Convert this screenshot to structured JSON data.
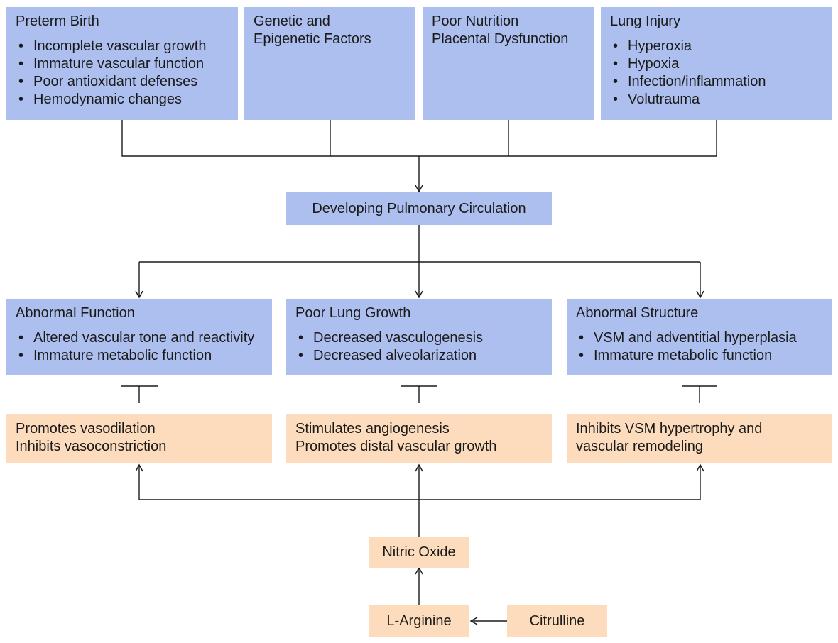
{
  "top_factors": [
    {
      "title": "Preterm Birth",
      "bullets": [
        "Incomplete vascular growth",
        "Immature vascular function",
        "Poor antioxidant defenses",
        "Hemodynamic changes"
      ]
    },
    {
      "lines": [
        "Genetic and",
        "Epigenetic Factors"
      ]
    },
    {
      "lines": [
        "Poor Nutrition",
        "Placental Dysfunction"
      ]
    },
    {
      "title": "Lung Injury",
      "bullets": [
        "Hyperoxia",
        "Hypoxia",
        "Infection/inflammation",
        "Volutrauma"
      ]
    }
  ],
  "center_node": "Developing Pulmonary Circulation",
  "outcomes": [
    {
      "title": "Abnormal Function",
      "bullets": [
        "Altered vascular tone and reactivity",
        "Immature metabolic function"
      ]
    },
    {
      "title": "Poor Lung Growth",
      "bullets": [
        "Decreased vasculogenesis",
        "Decreased alveolarization"
      ]
    },
    {
      "title": "Abnormal Structure",
      "bullets": [
        "VSM and adventitial hyperplasia",
        "Immature metabolic function"
      ]
    }
  ],
  "actions": [
    {
      "lines": [
        "Promotes vasodilation",
        "Inhibits vasoconstriction"
      ]
    },
    {
      "lines": [
        "Stimulates angiogenesis",
        "Promotes distal vascular growth"
      ]
    },
    {
      "lines": [
        "Inhibits VSM hypertrophy and",
        "vascular remodeling"
      ]
    }
  ],
  "nitric_oxide": "Nitric Oxide",
  "l_arginine": "L-Arginine",
  "citrulline": "Citrulline",
  "colors": {
    "factor_fill": "#adbfee",
    "effect_fill": "#fcdcbc",
    "connector": "#1a1a1a"
  }
}
